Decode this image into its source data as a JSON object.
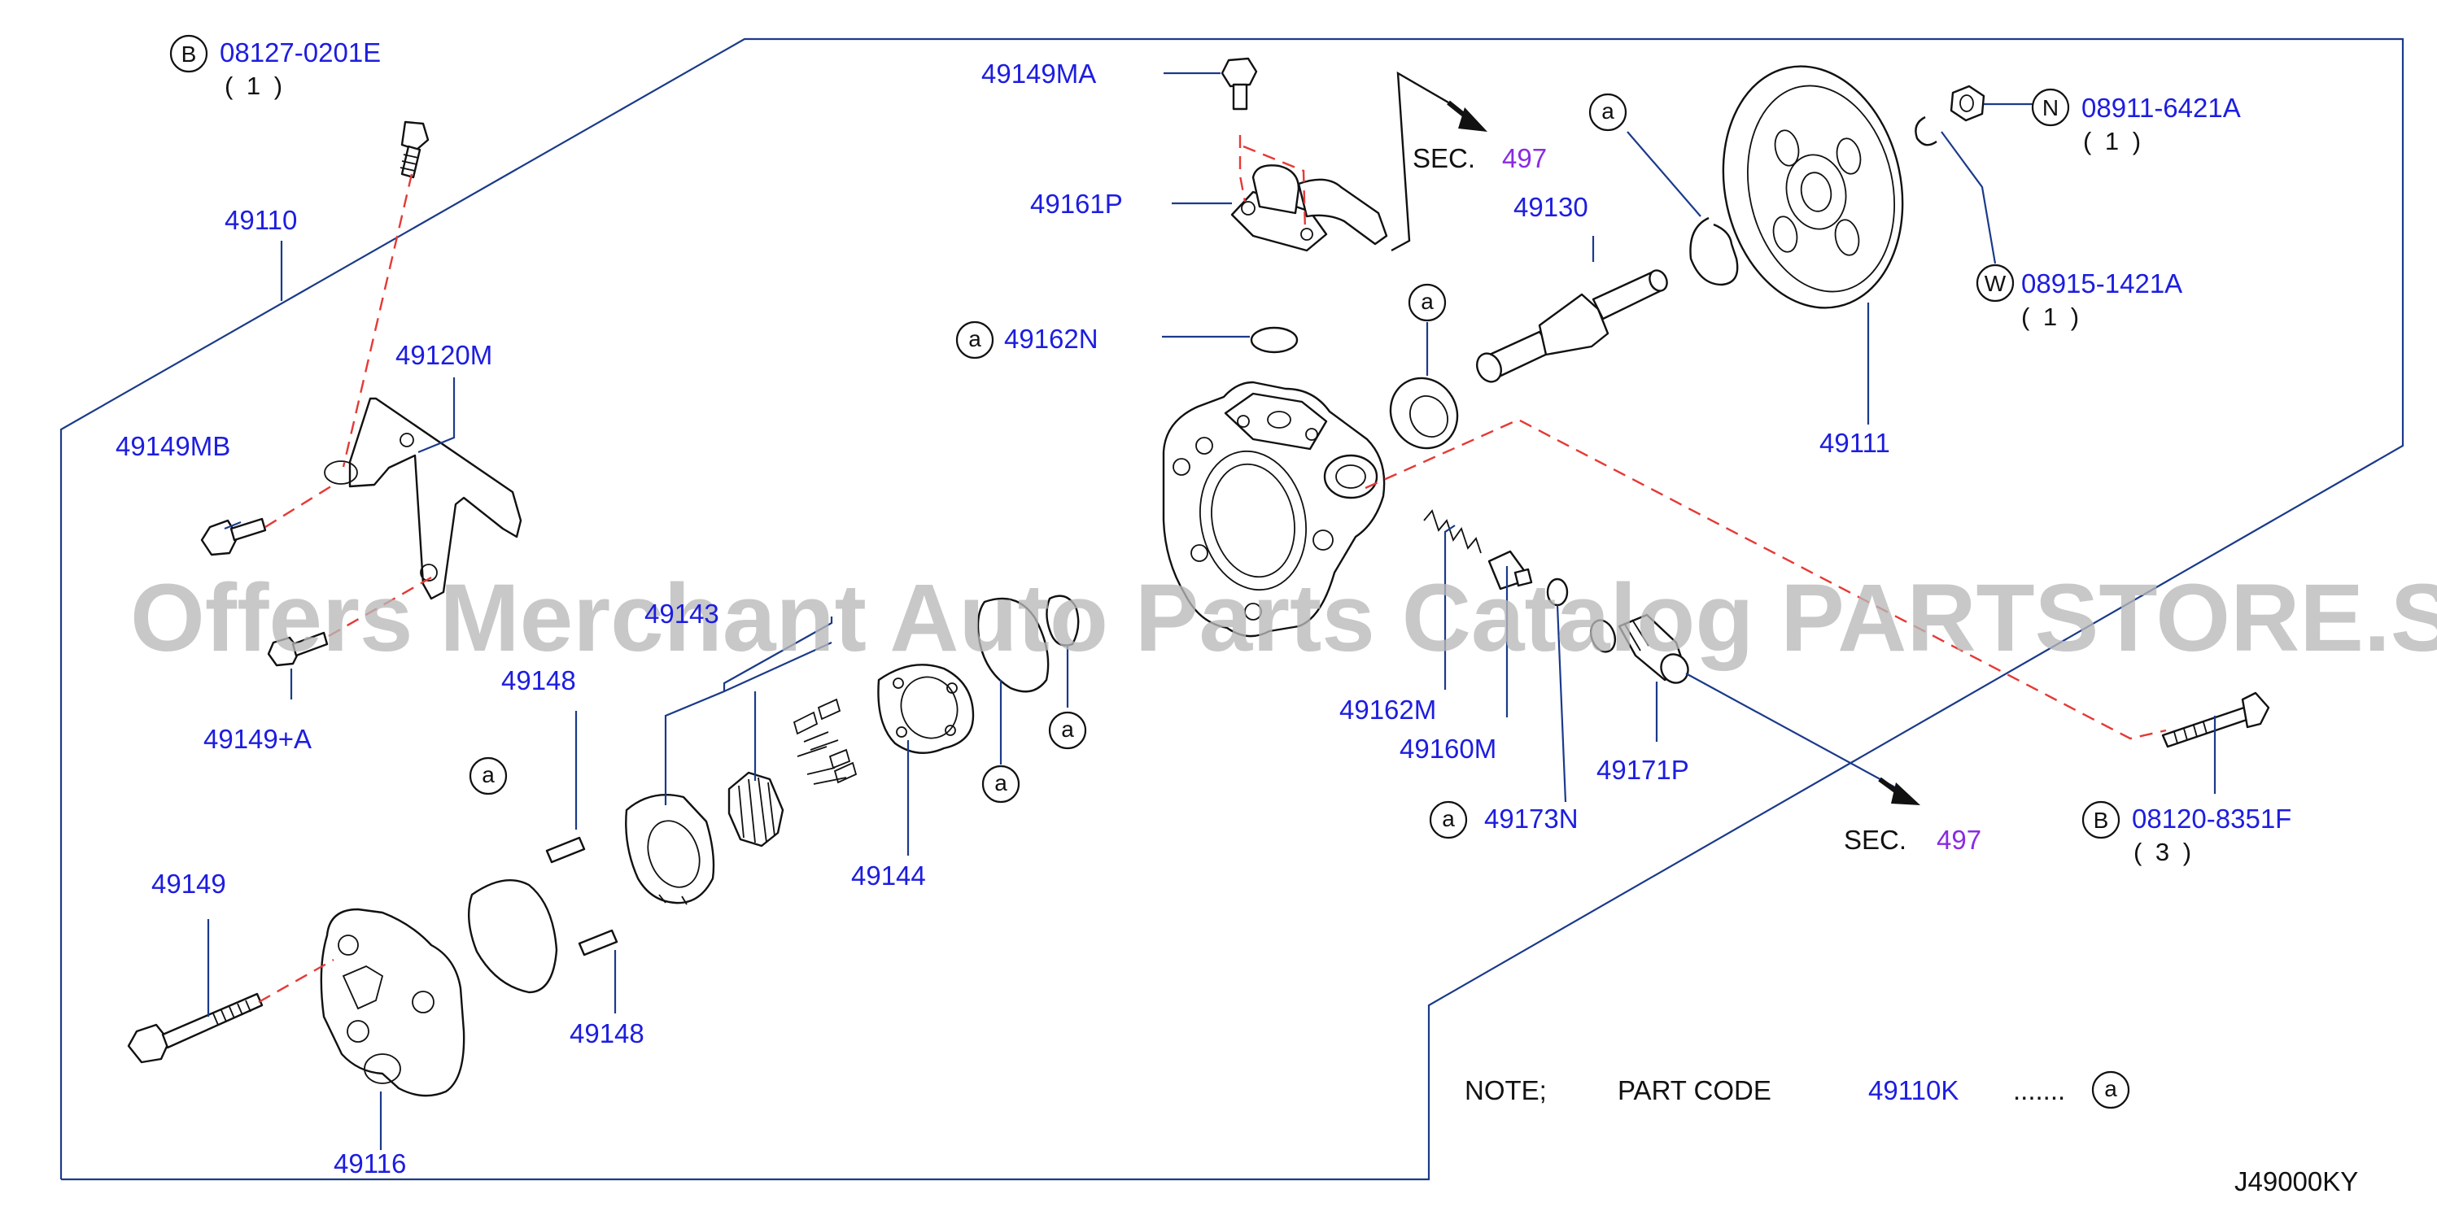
{
  "labels": {
    "p08127": "08127-0201E",
    "p49110": "49110",
    "p49120M": "49120M",
    "p49149MB": "49149MB",
    "p49149A": "49149+A",
    "p49149": "49149",
    "p49116": "49116",
    "p49148a": "49148",
    "p49148b": "49148",
    "p49143": "49143",
    "p49144": "49144",
    "p49149MA": "49149MA",
    "p49161P": "49161P",
    "p49162N": "49162N",
    "p49130": "49130",
    "p49162M": "49162M",
    "p49160M": "49160M",
    "p49173N": "49173N",
    "p49171P": "49171P",
    "p08120": "08120-8351F",
    "p08911": "08911-6421A",
    "p08915": "08915-1421A",
    "p49111": "49111"
  },
  "quantities": {
    "q08127": "( 1 )",
    "q08911": "( 1 )",
    "q08915": "( 1 )",
    "q08120": "( 3 )"
  },
  "circle_letters": {
    "b": "B",
    "n": "N",
    "w": "W",
    "a": "a"
  },
  "section_refs": {
    "sec_word": "SEC.",
    "sec_num": "497"
  },
  "note": {
    "prefix": "NOTE;",
    "part_code_label": "PART  CODE",
    "part_code": "49110K",
    "dots": "......."
  },
  "diagram_id": "J49000KY",
  "watermark": "Offers Merchant Auto Parts Catalog PARTSTORE.SA",
  "colors": {
    "label": "#1d1de0",
    "section_number": "#8a2be2",
    "leader_dash": "#e53935",
    "line": "#111111"
  }
}
